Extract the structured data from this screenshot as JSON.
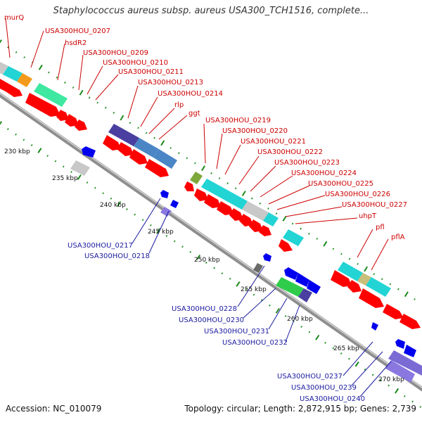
{
  "title": "Staphylococcus aureus subsp. aureus USA300_TCH1516, complete...",
  "footer": {
    "accession": "Accession: NC_010079",
    "summary": "Topology: circular; Length: 2,872,915 bp; Genes: 2,739"
  },
  "scale_ticks": [
    "230 kbp",
    "235 kbp",
    "240 kbp",
    "245 kbp",
    "250 kbp",
    "255 kbp",
    "260 kbp",
    "265 kbp",
    "270 kbp"
  ],
  "upper_labels": [
    "murQ",
    "USA300HOU_0207",
    "hsdR2",
    "USA300HOU_0209",
    "USA300HOU_0210",
    "USA300HOU_0211",
    "USA300HOU_0213",
    "USA300HOU_0214",
    "rlp",
    "ggt",
    "USA300HOU_0219",
    "USA300HOU_0220",
    "USA300HOU_0221",
    "USA300HOU_0222",
    "USA300HOU_0223",
    "USA300HOU_0224",
    "USA300HOU_0225",
    "USA300HOU_0226",
    "USA300HOU_0227",
    "uhpT",
    "pfl",
    "pflA"
  ],
  "lower_labels": [
    "USA300HOU_0217",
    "USA300HOU_0218",
    "USA300HOU_0228",
    "USA300HOU_0230",
    "USA300HOU_0231",
    "USA300HOU_0232",
    "USA300HOU_0237",
    "USA300HOU_0239",
    "USA300HOU_0240"
  ],
  "colors": {
    "forward_cds": "#ff0000",
    "reverse_cds": "#0000ee",
    "upper_label": "#cc0000",
    "lower_label": "#1a1aa0",
    "cyan_feature": "#22d4d4",
    "steelblue_feature": "#4a86c6",
    "gray_feature": "#c4c4c4",
    "green_feature": "#2ecc4a",
    "purple_feature": "#6b5bc2",
    "tick_mark": "#1a8a1a",
    "backbone": "#9a9a9a"
  }
}
